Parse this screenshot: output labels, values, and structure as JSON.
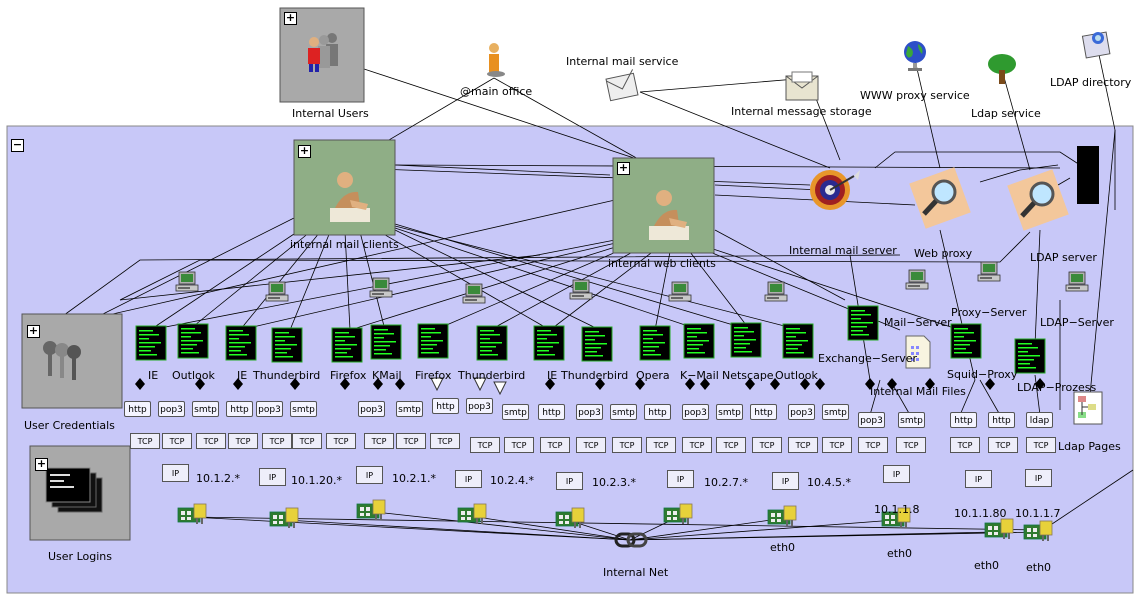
{
  "colors": {
    "panel_bg": "#c8c8f8",
    "node_bg": "#8fae86",
    "gray_box": "#a9a9a9",
    "terminal": "#000000",
    "terminal_green": "#22ff22"
  },
  "top": {
    "internal_users": "Internal Users",
    "main_office": "@main office",
    "internal_mail_service": "Internal mail service",
    "internal_message_storage": "Internal message storage",
    "www_proxy_service": "WWW proxy service",
    "ldap_service": "Ldap service",
    "ldap_directory": "LDAP directory"
  },
  "panel": {
    "collapse_symbol": "−",
    "expand_symbol": "+",
    "internal_mail_clients": "internal mail clients",
    "internal_web_clients": "internal web clients",
    "internal_mail_server": "Internal mail server",
    "web_proxy": "Web proxy",
    "ldap_server": "LDAP server",
    "user_credentials": "User Credentials",
    "user_logins": "User Logins",
    "mail_server": "Mail−Server",
    "proxy_server": "Proxy−Server",
    "ldap_server_host": "LDAP−Server",
    "exchange_server": "Exchange−Server",
    "squid_proxy": "Squid−Proxy",
    "internal_mail_files": "Internal Mail Files",
    "ldap_prozess": "LDAP−Prozess",
    "ldap_pages": "Ldap Pages",
    "internal_net": "Internal Net"
  },
  "apps": [
    "IE",
    "Outlook",
    "IE",
    "Thunderbird",
    "Firefox",
    "KMail",
    "Firefox",
    "Thunderbird",
    "IE",
    "Thunderbird",
    "Opera",
    "K−Mail",
    "Netscape",
    "Outlook"
  ],
  "protocols": [
    "http",
    "pop3",
    "smtp",
    "http",
    "pop3",
    "smtp",
    "pop3",
    "smtp",
    "http",
    "pop3",
    "smtp",
    "http",
    "pop3",
    "smtp",
    "http",
    "pop3",
    "smtp",
    "http",
    "pop3",
    "smtp",
    "pop3",
    "smtp",
    "http",
    "http",
    "ldap"
  ],
  "tcp_label": "TCP",
  "ip_label": "IP",
  "subnets": [
    "10.1.2.*",
    "10.1.20.*",
    "10.2.1.*",
    "10.2.4.*",
    "10.2.3.*",
    "10.2.7.*",
    "10.4.5.*"
  ],
  "hosts": [
    "10.1.1.8",
    "10.1.1.80",
    "10.1.1.7"
  ],
  "eth": [
    "eth0",
    "eth0",
    "eth0",
    "eth0"
  ]
}
